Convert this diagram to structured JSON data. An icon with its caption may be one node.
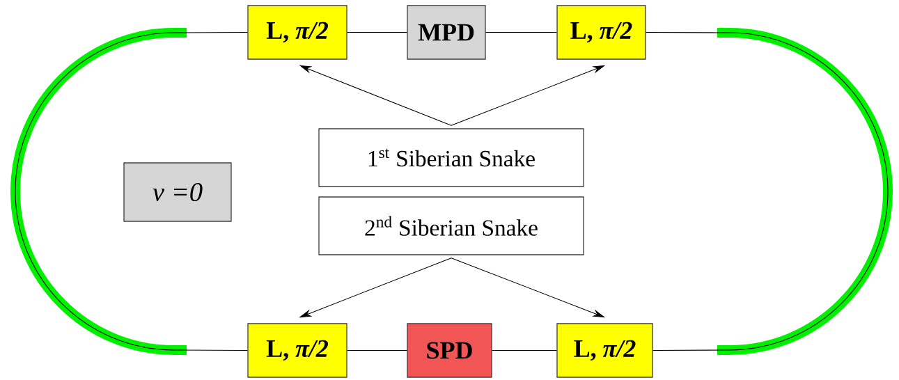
{
  "diagram": {
    "nodes": [
      {
        "text": [
          "L, *π/2*"
        ]
      },
      {
        "text": [
          "MPD"
        ]
      },
      {
        "text": [
          "L, *π/2*"
        ]
      },
      {
        "text": [
          "1$^{st}$ Siberian Snake"
        ]
      },
      {
        "text": [
          "2$^{nd}$ Siberian Snake"
        ]
      },
      {
        "text": [
          "ν =0"
        ]
      },
      {
        "text": [
          "L, *π/2*"
        ]
      },
      {
        "text": [
          "SPD"
        ]
      },
      {
        "text": [
          "L, *π/2*"
        ]
      }
    ],
    "edges": [
      {
        "from": 0,
        "to": 1,
        "arrow": "none"
      },
      {
        "from": 1,
        "to": 2,
        "arrow": "none"
      },
      {
        "from": 6,
        "to": 7,
        "arrow": "none"
      },
      {
        "from": 7,
        "to": 8,
        "arrow": "none"
      },
      {
        "from": 0,
        "to": 6,
        "arrow": "none"
      },
      {
        "from": 2,
        "to": 8,
        "arrow": "none"
      },
      {
        "from": 3,
        "to": 0,
        "arrow": "to"
      },
      {
        "from": 3,
        "to": 2,
        "arrow": "to"
      },
      {
        "from": 4,
        "to": 6,
        "arrow": "to"
      },
      {
        "from": 4,
        "to": 8,
        "arrow": "to"
      }
    ]
  }
}
